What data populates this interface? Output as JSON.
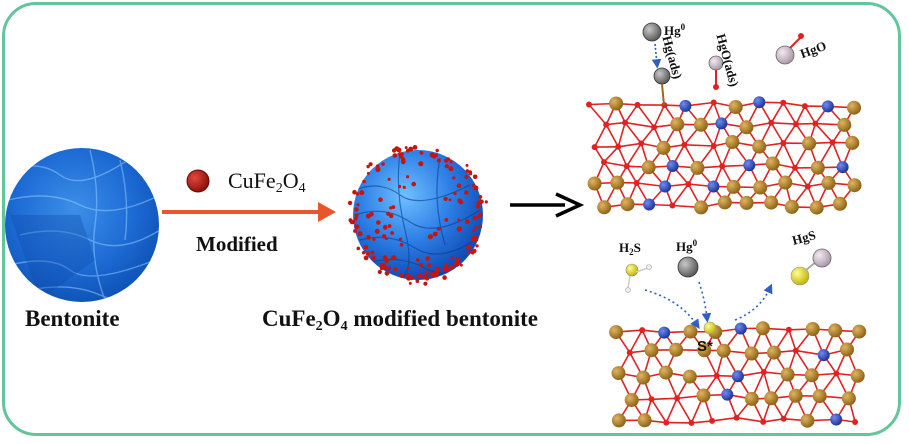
{
  "labels": {
    "bentonite": "Bentonite",
    "cufe2o4_modified_bentonite_prefix": "CuFe",
    "cufe2o4_modified_bentonite_sub1": "2",
    "cufe2o4_modified_bentonite_mid": "O",
    "cufe2o4_modified_bentonite_sub2": "4",
    "cufe2o4_modified_bentonite_suffix": " modified bentonite",
    "modified": "Modified",
    "legend_prefix": "CuFe",
    "legend_sub1": "2",
    "legend_mid": "O",
    "legend_sub2": "4",
    "hg0_top": "Hg",
    "hg0_top_sup": "0",
    "hg_ads": "Hg(ads)",
    "hgo_ads": "HgO(ads)",
    "hgo": "HgO",
    "h2s_h": "H",
    "h2s_sub": "2",
    "h2s_s": "S",
    "hg0_bottom": "Hg",
    "hg0_bottom_sup": "0",
    "hgs": "HgS",
    "s_star": "S*"
  },
  "colors": {
    "frame": "#63c69a",
    "arrow_orange": "#e8562b",
    "arrow_black": "#000000",
    "bentonite_blue": "#1e6fd6",
    "cufe2o4_red": "#b3140f",
    "atom_cu": "#b8862b",
    "atom_fe": "#2e4fbf",
    "atom_o": "#e02222",
    "atom_hg": "#8a8a8a",
    "atom_s": "#e6d800",
    "atom_hgo": "#d8c6d6"
  },
  "icons": [
    "cufe2o4-particle-icon",
    "mercury-atom-icon",
    "sulfur-atom-icon",
    "h2s-molecule-icon"
  ]
}
